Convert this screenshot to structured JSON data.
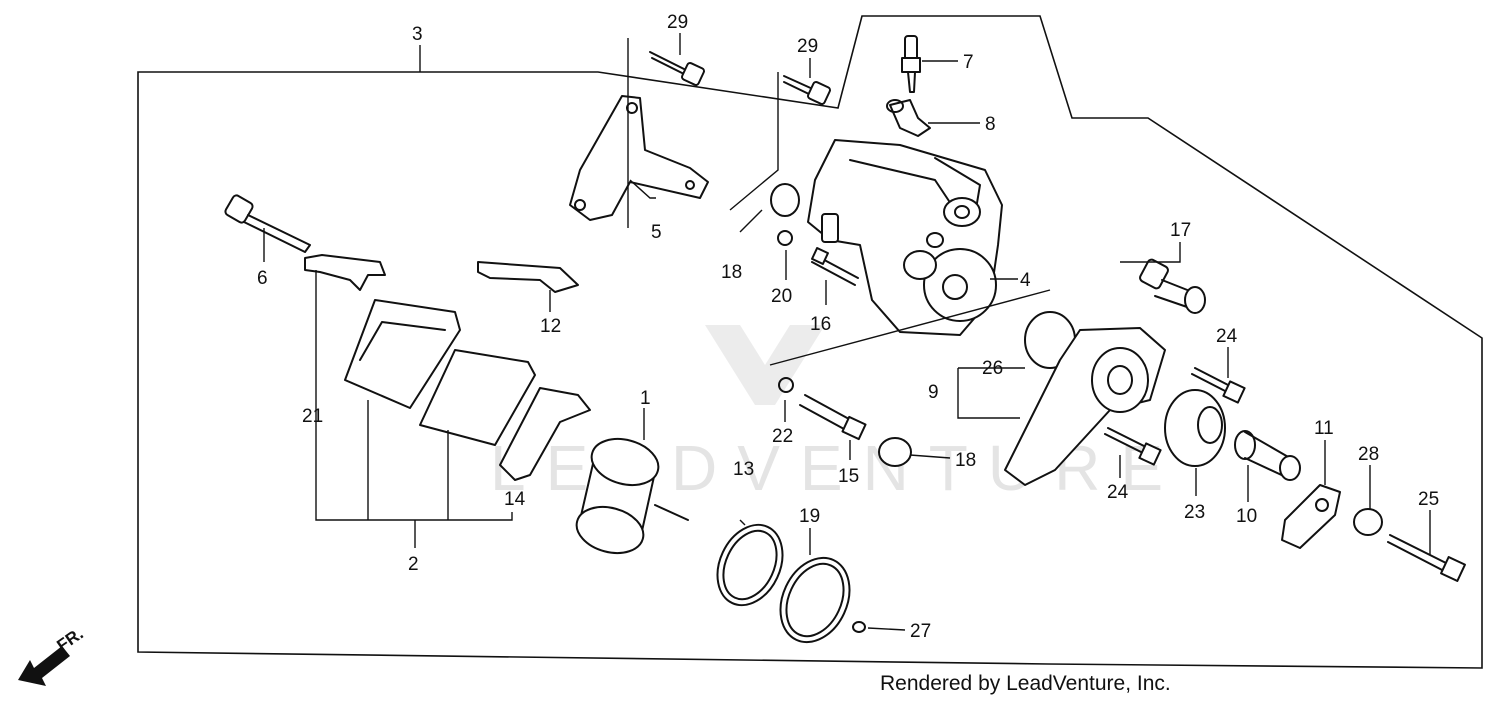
{
  "callouts": {
    "c1": "1",
    "c2": "2",
    "c3": "3",
    "c4": "4",
    "c5": "5",
    "c6": "6",
    "c7": "7",
    "c8": "8",
    "c9": "9",
    "c10": "10",
    "c11": "11",
    "c12": "12",
    "c13": "13",
    "c14": "14",
    "c15": "15",
    "c16": "16",
    "c17": "17",
    "c18a": "18",
    "c18b": "18",
    "c19": "19",
    "c20": "20",
    "c21": "21",
    "c22": "22",
    "c23": "23",
    "c24a": "24",
    "c24b": "24",
    "c25": "25",
    "c26": "26",
    "c27": "27",
    "c28": "28",
    "c29a": "29",
    "c29b": "29"
  },
  "direction_label": "FR.",
  "watermark_text": "LEADVENTURE",
  "credit": "Rendered by LeadVenture, Inc."
}
